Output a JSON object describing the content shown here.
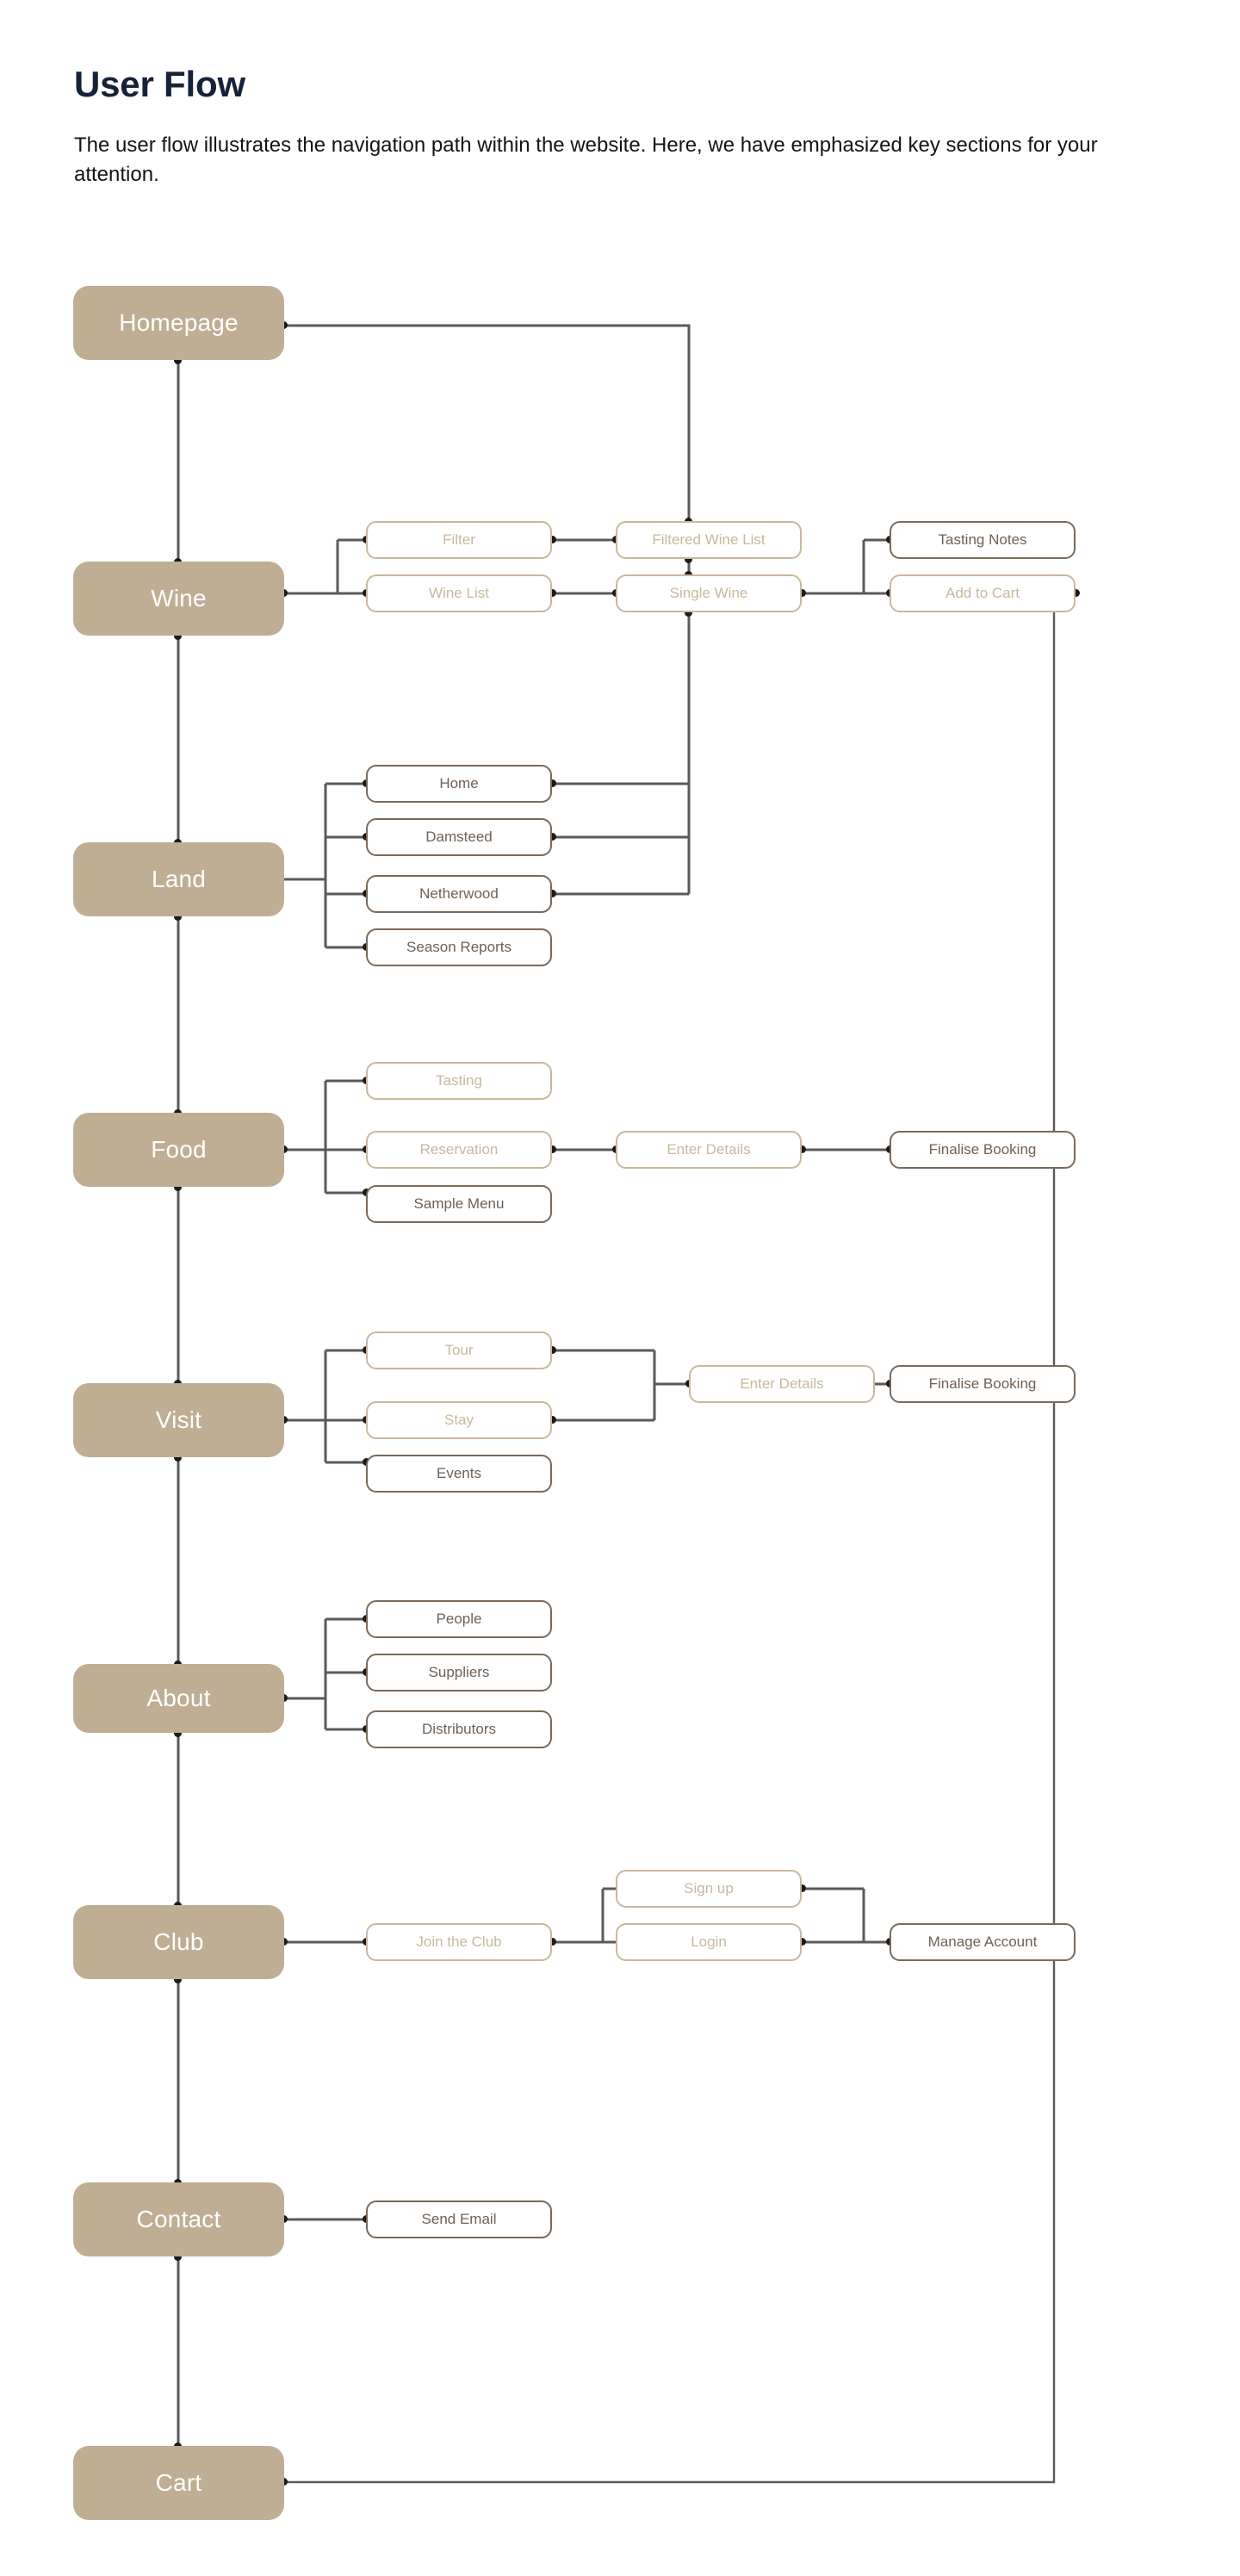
{
  "header": {
    "title": "User Flow",
    "description": "The user flow illustrates the navigation path within the website. Here, we have emphasized key sections for your attention."
  },
  "colors": {
    "main_node_fill": "#bfae94",
    "main_node_text": "#ffffff",
    "emphasized_border": "#7a6a5a",
    "emphasized_text": "#6f6055",
    "muted_border": "#c9b89c",
    "muted_text": "#c9b89c",
    "connector_dark": "#5a5a5a",
    "connector_muted": "#c9b89c",
    "title_text": "#16213a",
    "background": "#ffffff"
  },
  "main_nodes": [
    {
      "id": "homepage",
      "label": "Homepage"
    },
    {
      "id": "wine",
      "label": "Wine"
    },
    {
      "id": "land",
      "label": "Land"
    },
    {
      "id": "food",
      "label": "Food"
    },
    {
      "id": "visit",
      "label": "Visit"
    },
    {
      "id": "about",
      "label": "About"
    },
    {
      "id": "club",
      "label": "Club"
    },
    {
      "id": "contact",
      "label": "Contact"
    },
    {
      "id": "cart",
      "label": "Cart"
    }
  ],
  "sub_nodes": {
    "wine": [
      {
        "id": "filter",
        "label": "Filter",
        "emphasized": false
      },
      {
        "id": "filtered-wine-list",
        "label": "Filtered Wine List",
        "emphasized": false
      },
      {
        "id": "tasting-notes",
        "label": "Tasting Notes",
        "emphasized": true
      },
      {
        "id": "wine-list",
        "label": "Wine List",
        "emphasized": false
      },
      {
        "id": "single-wine",
        "label": "Single Wine",
        "emphasized": false
      },
      {
        "id": "add-to-cart",
        "label": "Add to Cart",
        "emphasized": false
      }
    ],
    "land": [
      {
        "id": "home",
        "label": "Home",
        "emphasized": true
      },
      {
        "id": "damsteed",
        "label": "Damsteed",
        "emphasized": true
      },
      {
        "id": "netherwood",
        "label": "Netherwood",
        "emphasized": true
      },
      {
        "id": "season-reports",
        "label": "Season Reports",
        "emphasized": true
      }
    ],
    "food": [
      {
        "id": "tasting",
        "label": "Tasting",
        "emphasized": false
      },
      {
        "id": "reservation",
        "label": "Reservation",
        "emphasized": false
      },
      {
        "id": "sample-menu",
        "label": "Sample Menu",
        "emphasized": true
      },
      {
        "id": "food-enter-details",
        "label": "Enter Details",
        "emphasized": false
      },
      {
        "id": "food-finalise-booking",
        "label": "Finalise Booking",
        "emphasized": true
      }
    ],
    "visit": [
      {
        "id": "tour",
        "label": "Tour",
        "emphasized": false
      },
      {
        "id": "stay",
        "label": "Stay",
        "emphasized": false
      },
      {
        "id": "events",
        "label": "Events",
        "emphasized": true
      },
      {
        "id": "visit-enter-details",
        "label": "Enter Details",
        "emphasized": false
      },
      {
        "id": "visit-finalise-booking",
        "label": "Finalise Booking",
        "emphasized": true
      }
    ],
    "about": [
      {
        "id": "people",
        "label": "People",
        "emphasized": true
      },
      {
        "id": "suppliers",
        "label": "Suppliers",
        "emphasized": true
      },
      {
        "id": "distributors",
        "label": "Distributors",
        "emphasized": true
      }
    ],
    "club": [
      {
        "id": "join-the-club",
        "label": "Join the Club",
        "emphasized": false
      },
      {
        "id": "sign-up",
        "label": "Sign up",
        "emphasized": false
      },
      {
        "id": "login",
        "label": "Login",
        "emphasized": false
      },
      {
        "id": "manage-account",
        "label": "Manage Account",
        "emphasized": true
      }
    ],
    "contact": [
      {
        "id": "send-email",
        "label": "Send Email",
        "emphasized": true
      }
    ],
    "cart": []
  }
}
